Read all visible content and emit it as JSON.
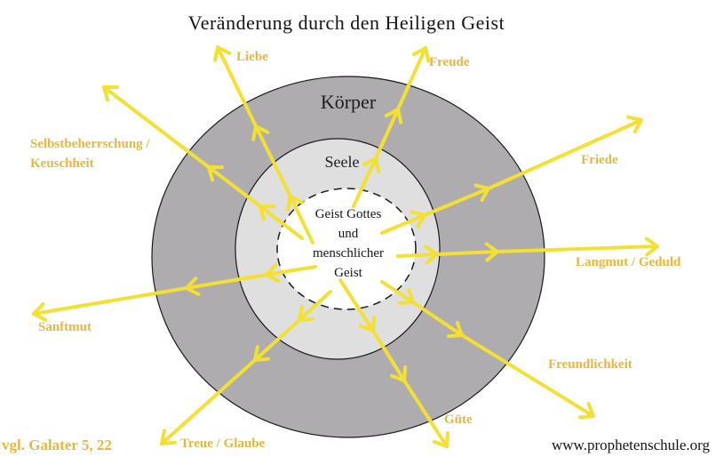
{
  "title": "Veränderung durch den Heiligen Geist",
  "rings": {
    "outer_label": "Körper",
    "middle_label": "Seele",
    "center_lines": {
      "l1": "Geist Gottes",
      "l2": "und",
      "l3": "menschlicher",
      "l4": "Geist"
    }
  },
  "fruits": {
    "liebe": "Liebe",
    "freude": "Freude",
    "friede": "Friede",
    "langmut": "Langmut / Geduld",
    "freundlichkeit": "Freundlichkeit",
    "guete": "Güte",
    "treue": "Treue / Glaube",
    "sanftmut": "Sanftmut",
    "selbstbeherrschung": "Selbstbeherrschung / Keuschheit"
  },
  "footer": {
    "reference": "vgl. Galater 5, 22",
    "website": "www.prophetenschule.org"
  },
  "colors": {
    "arrow": "#f3e034",
    "fruit_label": "#e4b83f",
    "ring_outer": "#aeacae",
    "ring_middle": "#dfdfdf",
    "ring_inner": "#ffffff",
    "outline": "#1a1a1a"
  }
}
